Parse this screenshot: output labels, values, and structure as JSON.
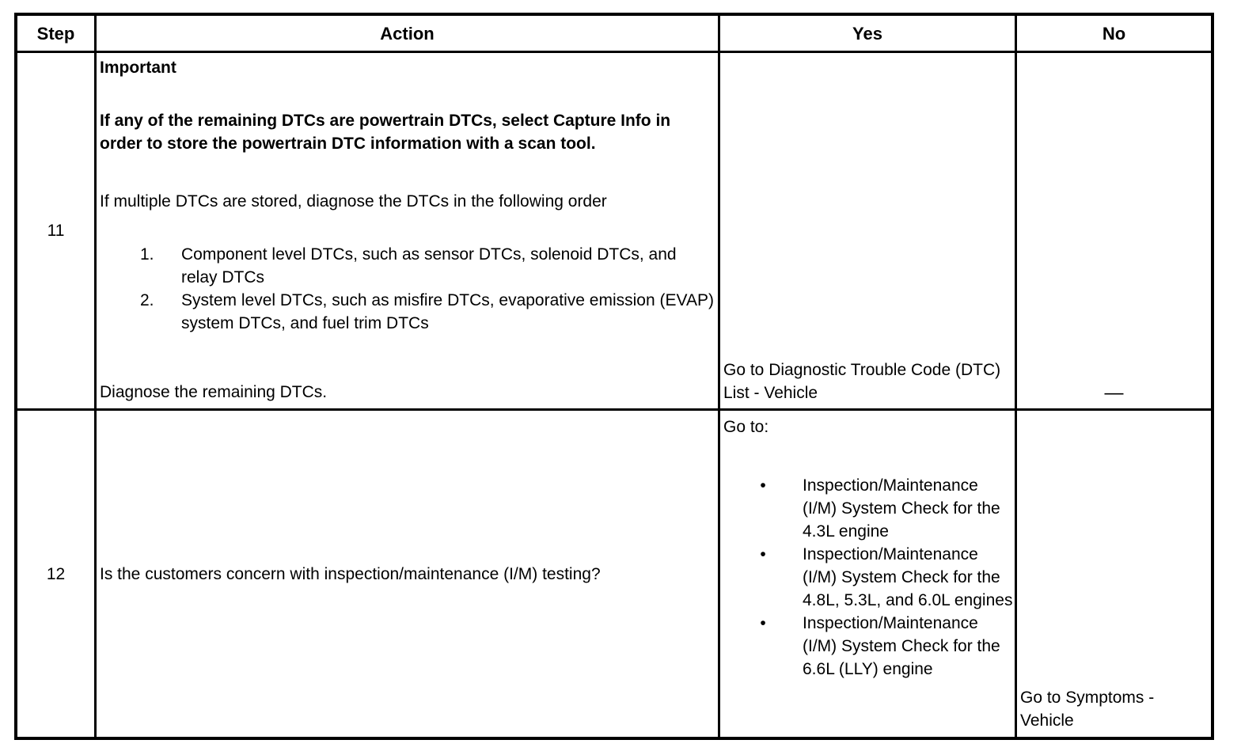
{
  "table": {
    "border_color": "#000000",
    "text_color": "#000000",
    "background_color": "#ffffff",
    "headers": {
      "step": "Step",
      "action": "Action",
      "yes": "Yes",
      "no": "No"
    },
    "rows": [
      {
        "step": "11",
        "action": {
          "important_label": "Important",
          "bold_para": "If any of the remaining DTCs are powertrain DTCs, select Capture Info in order to store the powertrain DTC information with a scan tool.",
          "intro": "If multiple DTCs are stored, diagnose the DTCs in the following order",
          "ordered_list": [
            {
              "num": "1.",
              "text": "Component level DTCs, such as sensor DTCs, solenoid DTCs, and relay DTCs"
            },
            {
              "num": "2.",
              "text": "System level DTCs, such as misfire DTCs, evaporative emission (EVAP) system DTCs, and fuel trim DTCs"
            }
          ],
          "closing": "Diagnose the remaining DTCs."
        },
        "yes": "Go to Diagnostic Trouble Code (DTC) List - Vehicle",
        "no": "—"
      },
      {
        "step": "12",
        "action": "Is the customers concern with inspection/maintenance (I/M) testing?",
        "yes": {
          "intro": "Go to:",
          "bullet_char": "•",
          "bullets": [
            "Inspection/Maintenance (I/M) System Check for the 4.3L engine",
            "Inspection/Maintenance (I/M) System Check for the 4.8L, 5.3L, and 6.0L engines",
            "Inspection/Maintenance (I/M) System Check for the 6.6L (LLY) engine"
          ]
        },
        "no": "Go to Symptoms - Vehicle"
      }
    ]
  }
}
